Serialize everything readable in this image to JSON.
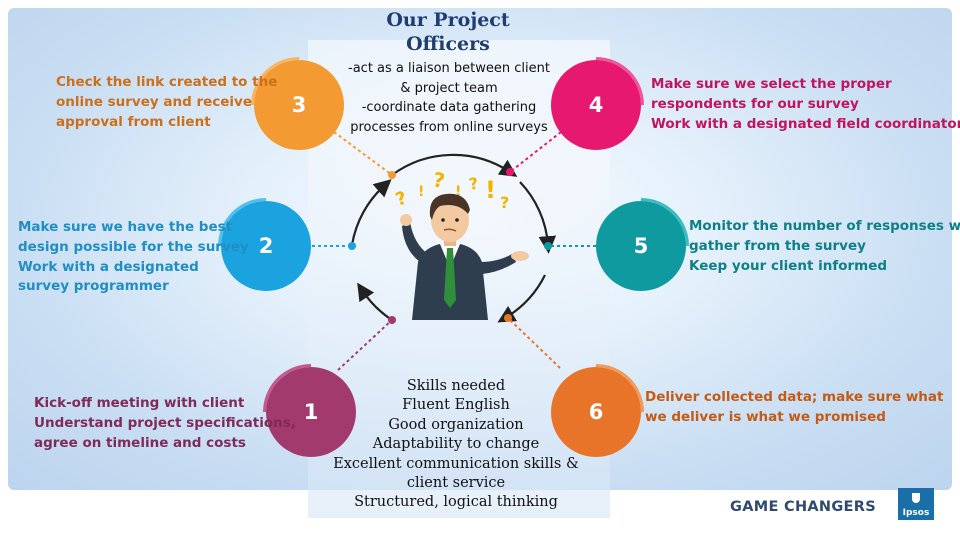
{
  "title_lines": [
    "Our Project",
    "Officers"
  ],
  "officer_lines": [
    "-act as a liaison between client",
    "& project team",
    "-coordinate data gathering",
    "processes from online surveys"
  ],
  "skills_lines": [
    "Skills needed",
    "Fluent English",
    "Good organization",
    "Adaptability to change",
    "Excellent communication skills &",
    "client service",
    "Structured, logical thinking"
  ],
  "steps": [
    {
      "number": "1",
      "color": "#a33a6e",
      "lines": [
        "Kick-off meeting with client",
        "Understand project specifications,",
        "agree on timeline and costs"
      ]
    },
    {
      "number": "2",
      "color": "#1aa3de",
      "lines": [
        "Make sure we have the best",
        "design possible for the survey",
        "Work with a designated",
        "survey programmer"
      ]
    },
    {
      "number": "3",
      "color": "#f39a33",
      "lines": [
        "Check the link created to the",
        "online survey and receive",
        "approval from client"
      ]
    },
    {
      "number": "4",
      "color": "#e6186f",
      "lines": [
        "Make sure we select the proper",
        "respondents for our survey",
        "Work with a designated field coordinator"
      ]
    },
    {
      "number": "5",
      "color": "#0f9aa0",
      "lines": [
        "Monitor the number of responses we",
        "gather from the survey",
        "Keep your client informed"
      ]
    },
    {
      "number": "6",
      "color": "#e8742a",
      "lines": [
        "Deliver collected data; make sure what",
        "we deliver is what we promised"
      ]
    }
  ],
  "footer": {
    "brand": "GAME CHANGERS",
    "logo": "Ipsos"
  }
}
